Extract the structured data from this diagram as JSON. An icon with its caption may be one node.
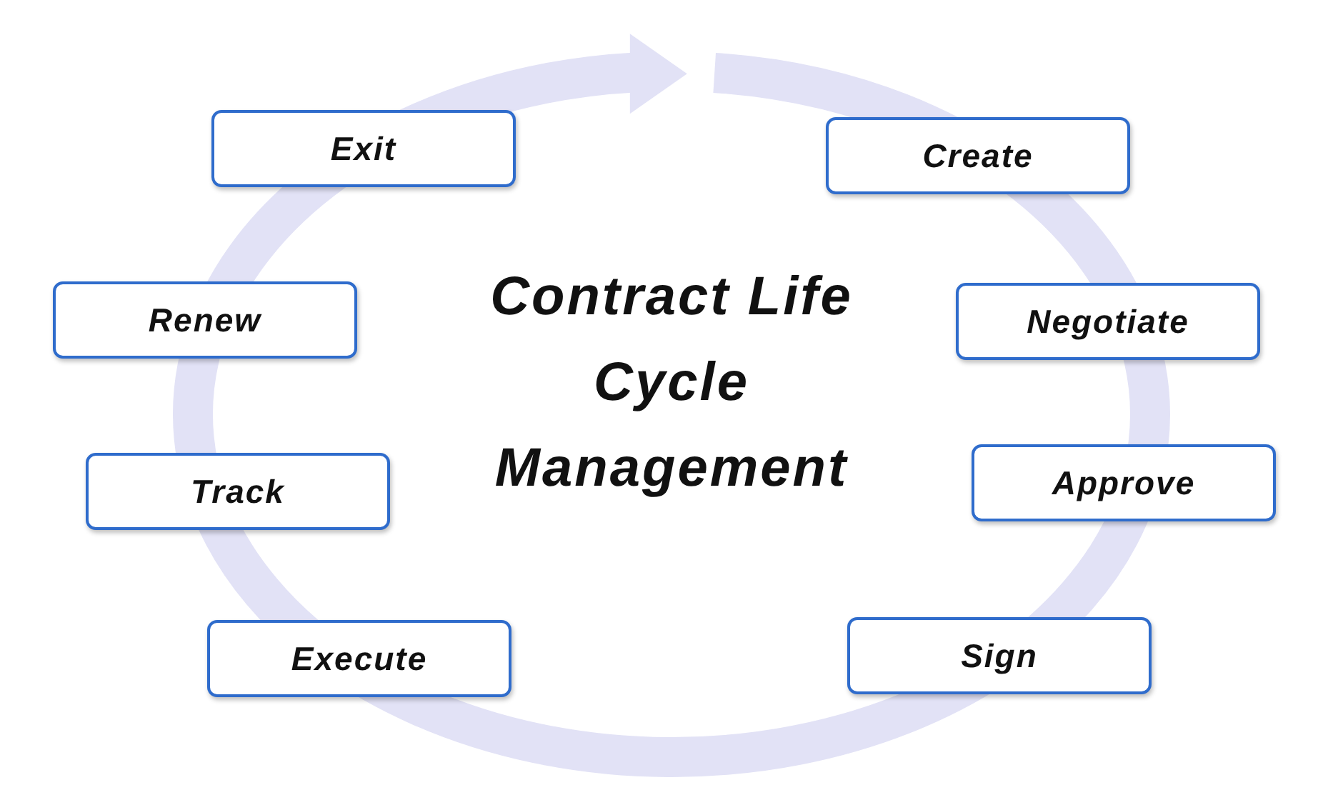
{
  "diagram": {
    "title": "Contract Life Cycle Management",
    "nodes": [
      {
        "text": [
          "Exit"
        ]
      },
      {
        "text": [
          "Create"
        ]
      },
      {
        "text": [
          "Renew"
        ]
      },
      {
        "text": [
          "Negotiate"
        ]
      },
      {
        "text": [
          "Track"
        ]
      },
      {
        "text": [
          "Approve"
        ]
      },
      {
        "text": [
          "Execute"
        ]
      },
      {
        "text": [
          "Sign"
        ]
      }
    ]
  }
}
